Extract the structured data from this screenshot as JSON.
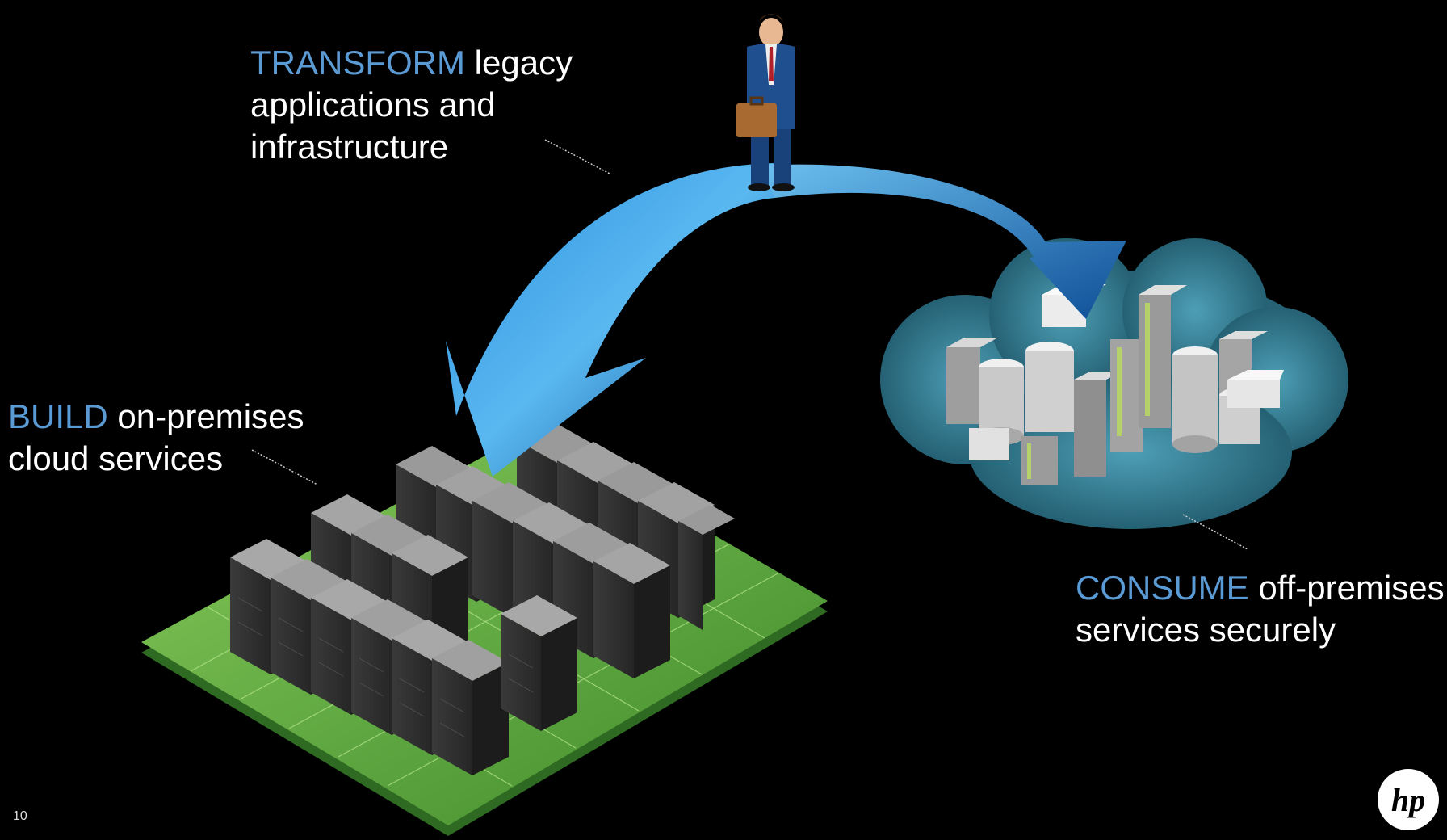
{
  "captions": {
    "transform": {
      "accent": "TRANSFORM",
      "line1_rest": " legacy",
      "line2": "applications and",
      "line3": "infrastructure"
    },
    "build": {
      "accent": "BUILD",
      "line1_rest": " on-premises",
      "line2": "cloud services"
    },
    "consume": {
      "accent": "CONSUME",
      "line1_rest": " off-premises",
      "line2": "services securely"
    }
  },
  "page_number": "10",
  "logo_text": "hp",
  "colors": {
    "accent": "#5b9bd5",
    "background": "#000000",
    "floor": "#6fb84a",
    "arrow": "#2e86d6"
  }
}
